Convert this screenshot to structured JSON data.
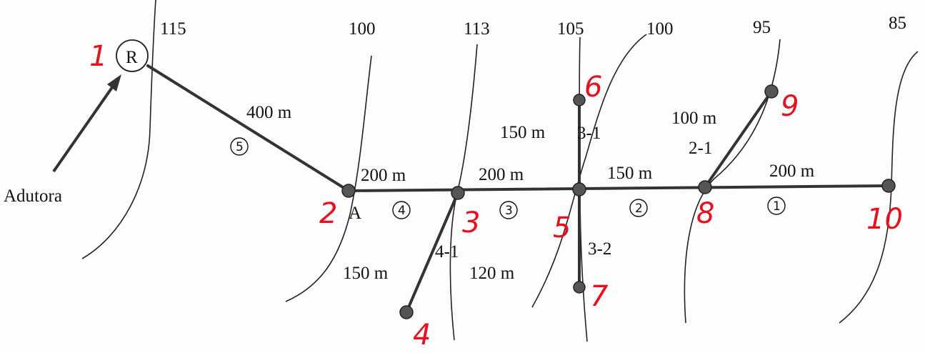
{
  "elevations": [
    "115",
    "100",
    "113",
    "105",
    "100",
    "95",
    "85"
  ],
  "reservoir": {
    "label": "R",
    "number": "1"
  },
  "adutora": "Adutora",
  "node_a": "A",
  "lengths": {
    "l5": "400 m",
    "l4": "200 m",
    "l3": "200 m",
    "l2": "150 m",
    "l1": "200 m",
    "l31": "150 m",
    "l21": "100 m",
    "l41": "150 m",
    "l32": "120 m"
  },
  "branch_labels": {
    "b31": "3-1",
    "b21": "2-1",
    "b41": "4-1",
    "b32": "3-2"
  },
  "segments": {
    "s5": "5",
    "s4": "4",
    "s3": "3",
    "s2": "2",
    "s1": "1"
  },
  "red_numbers": {
    "n2": "2",
    "n3": "3",
    "n4": "4",
    "n5": "5",
    "n6": "6",
    "n7": "7",
    "n8": "8",
    "n9": "9",
    "n10": "10"
  },
  "colors": {
    "pipe": "#333333",
    "node": "#555555",
    "annotation": "#e8101a"
  }
}
